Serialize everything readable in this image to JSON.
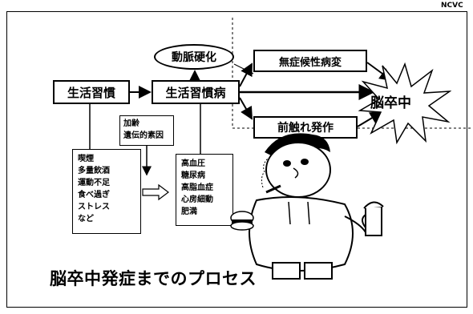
{
  "corner": {
    "label": "NCVC"
  },
  "diagram": {
    "habit_label": "生活習慣",
    "disease_label": "生活習慣病",
    "athero_label": "動脈硬化",
    "lacunar_label": "無症候性病変",
    "attack_label": "前触れ発作",
    "stroke_label": "脳卒中",
    "risk_factors": [
      "加齢",
      "遺伝的素因"
    ],
    "habits": [
      "喫煙",
      "多量飲酒",
      "運動不足",
      "食べ過ぎ",
      "ストレス",
      "など"
    ],
    "diseases": [
      "高血圧",
      "糖尿病",
      "高脂血症",
      "心房細動",
      "肥満"
    ]
  },
  "title": "脳卒中発症までのプロセス"
}
